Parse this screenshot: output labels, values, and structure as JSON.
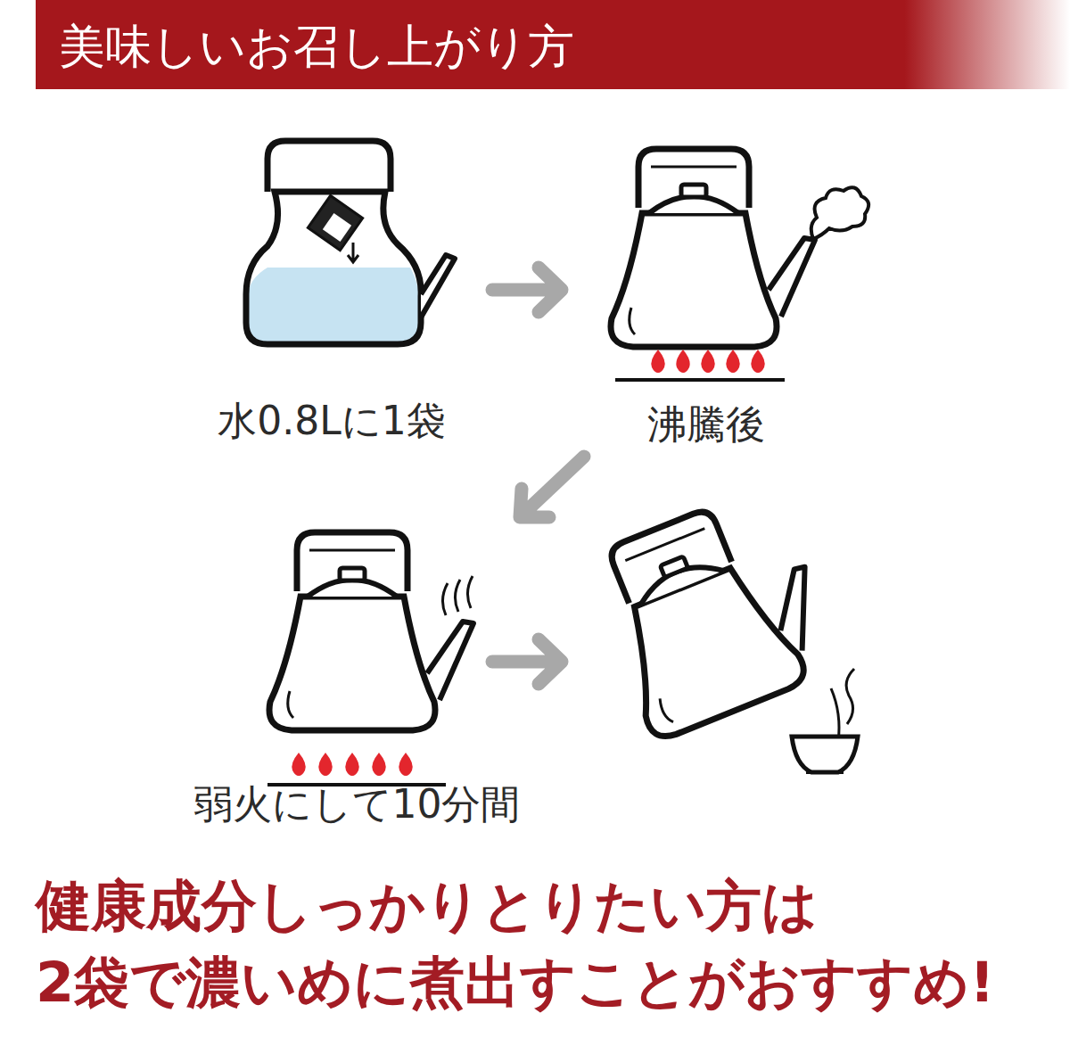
{
  "diagram": {
    "title": "美味しいお召し上がり方",
    "labels": [
      "水0.8Lに1袋",
      "沸騰後",
      "弱火にして10分間",
      "健康成分しっかりとりたい方は",
      "2袋で濃いめに煮出すことがおすすめ!"
    ]
  }
}
